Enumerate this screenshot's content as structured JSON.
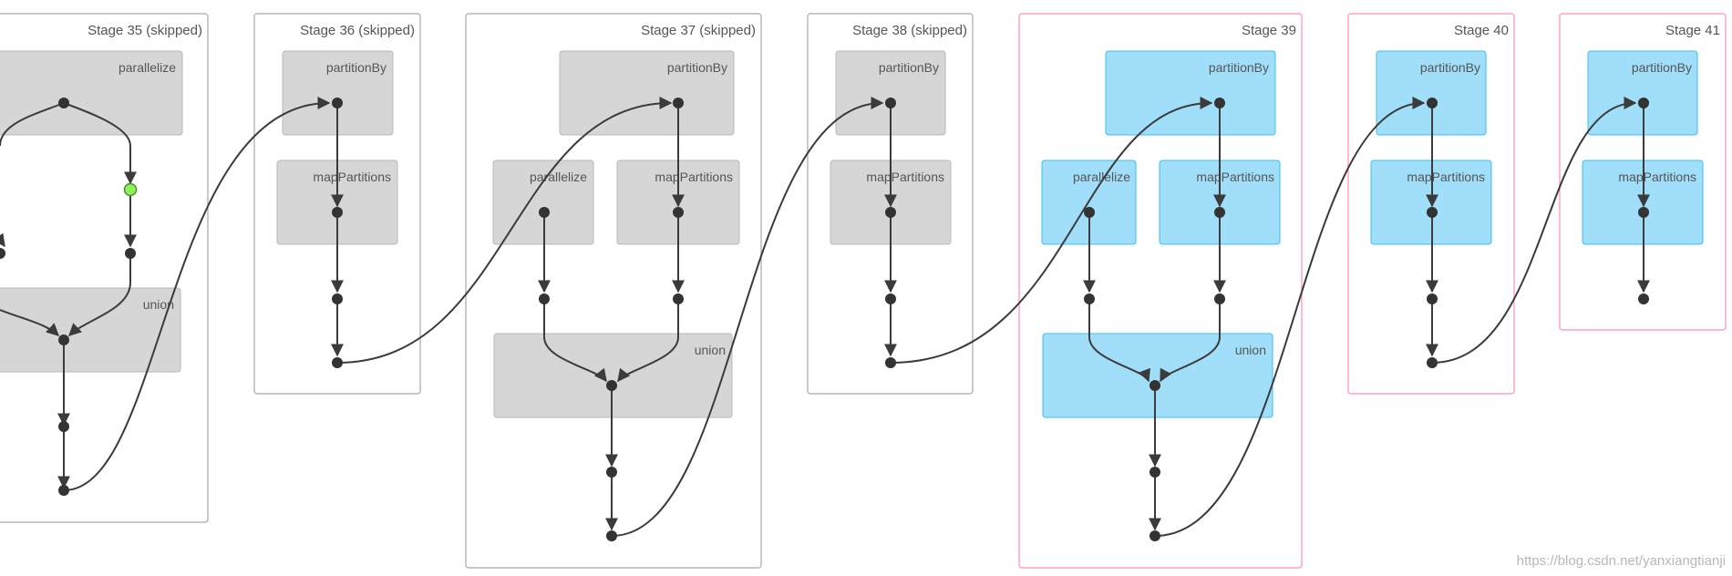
{
  "stages": [
    {
      "id": "s35",
      "label": "Stage 35 (skipped)",
      "status": "skipped",
      "clusters": [
        {
          "id": "c35a",
          "label": "parallelize"
        },
        {
          "id": "c35b",
          "label": "union"
        }
      ]
    },
    {
      "id": "s36",
      "label": "Stage 36 (skipped)",
      "status": "skipped",
      "clusters": [
        {
          "id": "c36a",
          "label": "partitionBy"
        },
        {
          "id": "c36b",
          "label": "mapPartitions"
        }
      ]
    },
    {
      "id": "s37",
      "label": "Stage 37 (skipped)",
      "status": "skipped",
      "clusters": [
        {
          "id": "c37a",
          "label": "partitionBy"
        },
        {
          "id": "c37b",
          "label": "parallelize"
        },
        {
          "id": "c37c",
          "label": "mapPartitions"
        },
        {
          "id": "c37d",
          "label": "union"
        }
      ]
    },
    {
      "id": "s38",
      "label": "Stage 38 (skipped)",
      "status": "skipped",
      "clusters": [
        {
          "id": "c38a",
          "label": "partitionBy"
        },
        {
          "id": "c38b",
          "label": "mapPartitions"
        }
      ]
    },
    {
      "id": "s39",
      "label": "Stage 39",
      "status": "active",
      "clusters": [
        {
          "id": "c39a",
          "label": "partitionBy"
        },
        {
          "id": "c39b",
          "label": "parallelize"
        },
        {
          "id": "c39c",
          "label": "mapPartitions"
        },
        {
          "id": "c39d",
          "label": "union"
        }
      ]
    },
    {
      "id": "s40",
      "label": "Stage 40",
      "status": "active",
      "clusters": [
        {
          "id": "c40a",
          "label": "partitionBy"
        },
        {
          "id": "c40b",
          "label": "mapPartitions"
        }
      ]
    },
    {
      "id": "s41",
      "label": "Stage 41",
      "status": "active",
      "clusters": [
        {
          "id": "c41a",
          "label": "partitionBy"
        },
        {
          "id": "c41b",
          "label": "mapPartitions"
        }
      ]
    }
  ],
  "colors": {
    "skipped_stage_border": "#a8a8a8",
    "active_stage_border": "#ff8fa8",
    "skipped_cluster_fill": "#d6d6d6",
    "active_cluster_fill": "#a1def9",
    "active_cluster_border": "#3cc0ee",
    "cached_node": "#8ef15a",
    "node": "#333333"
  },
  "watermark": "https://blog.csdn.net/yanxiangtianji"
}
